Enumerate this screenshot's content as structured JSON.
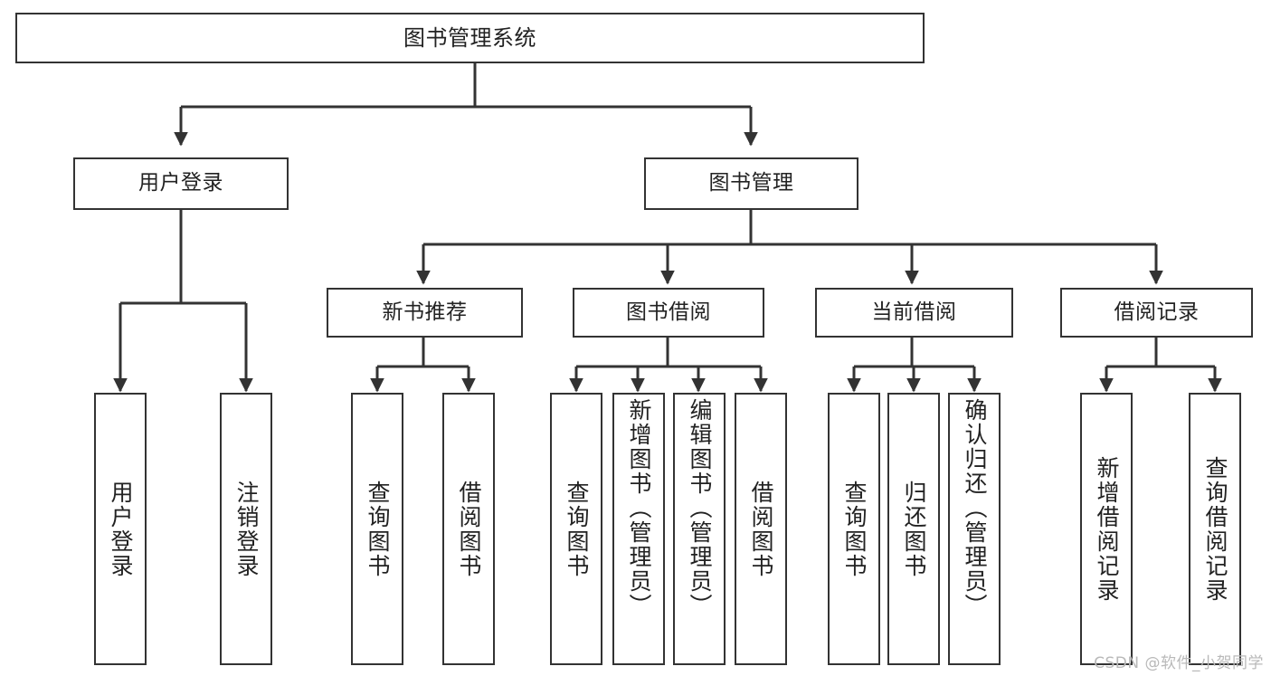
{
  "diagram": {
    "type": "tree-hierarchy-chart",
    "title": "图书管理系统",
    "colors": {
      "background": "#ffffff",
      "stroke": "#333333",
      "text": "#222222",
      "watermark": "#b9b9b9"
    },
    "root": {
      "label": "图书管理系统"
    },
    "level2": [
      {
        "key": "user-login",
        "label": "用户登录"
      },
      {
        "key": "book-management",
        "label": "图书管理"
      }
    ],
    "level3": [
      {
        "key": "new-book-recommend",
        "label": "新书推荐"
      },
      {
        "key": "book-borrow",
        "label": "图书借阅"
      },
      {
        "key": "current-borrow",
        "label": "当前借阅"
      },
      {
        "key": "borrow-record",
        "label": "借阅记录"
      }
    ],
    "leaves": {
      "user_login": [
        {
          "key": "leaf-user-login",
          "label": "用户登录"
        },
        {
          "key": "leaf-logout-login",
          "label": "注销登录"
        }
      ],
      "new_book_recommend": [
        {
          "key": "leaf-query-book-1",
          "label": "查询图书"
        },
        {
          "key": "leaf-borrow-book-1",
          "label": "借阅图书"
        }
      ],
      "book_borrow": [
        {
          "key": "leaf-query-book-2",
          "label": "查询图书"
        },
        {
          "key": "leaf-add-book",
          "label": "新增图书（管理员）"
        },
        {
          "key": "leaf-edit-book",
          "label": "编辑图书（管理员）"
        },
        {
          "key": "leaf-borrow-book-2",
          "label": "借阅图书"
        }
      ],
      "current_borrow": [
        {
          "key": "leaf-query-book-3",
          "label": "查询图书"
        },
        {
          "key": "leaf-return-book",
          "label": "归还图书"
        },
        {
          "key": "leaf-confirm-return",
          "label": "确认归还（管理员）"
        }
      ],
      "borrow_record": [
        {
          "key": "leaf-add-borrow-record",
          "label": "新增借阅记录"
        },
        {
          "key": "leaf-query-borrow-record",
          "label": "查询借阅记录"
        }
      ]
    }
  },
  "watermark": {
    "text": "CSDN @软件_小贺同学"
  }
}
